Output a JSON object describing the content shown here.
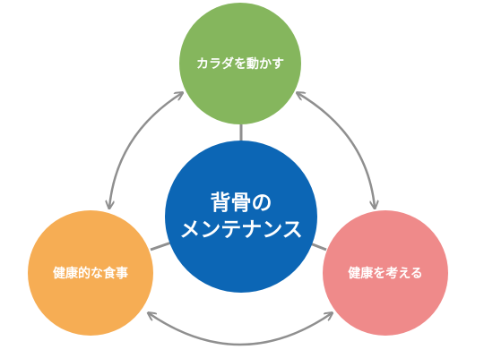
{
  "diagram": {
    "center": {
      "line1": "背骨の",
      "line2": "メンテナンス"
    },
    "nodes": {
      "top": "カラダを動かす",
      "left": "健康的な食事",
      "right": "健康を考える"
    }
  }
}
